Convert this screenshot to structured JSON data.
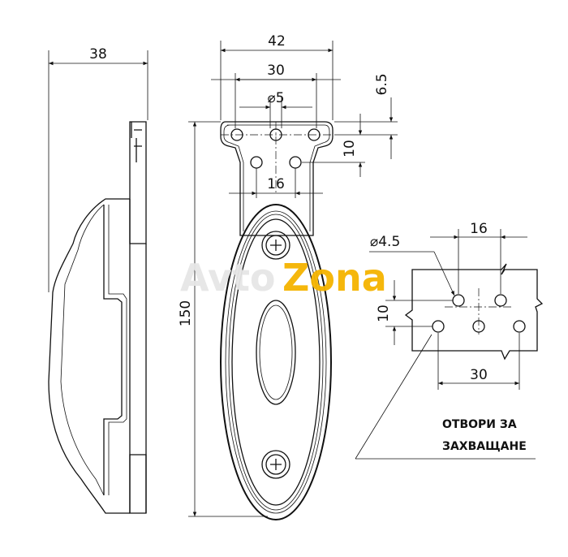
{
  "dimensions": {
    "side_width": "38",
    "plate_width": "42",
    "hole_span": "30",
    "hole_diameter": "⌀5",
    "edge_offset": "6.5",
    "row_spacing": "10",
    "lower_hole_spacing": "16",
    "total_height": "150"
  },
  "detail": {
    "hole_diameter": "⌀4.5",
    "spacing_16": "16",
    "spacing_10": "10",
    "spacing_30": "30"
  },
  "note": {
    "line1": "ОТВОРИ ЗА",
    "line2": "ЗАХВАЩАНЕ"
  },
  "watermark": {
    "part1": "Avto",
    "part2": "Zona",
    "color1": "#e6e6e6",
    "color2": "#f5b400"
  }
}
